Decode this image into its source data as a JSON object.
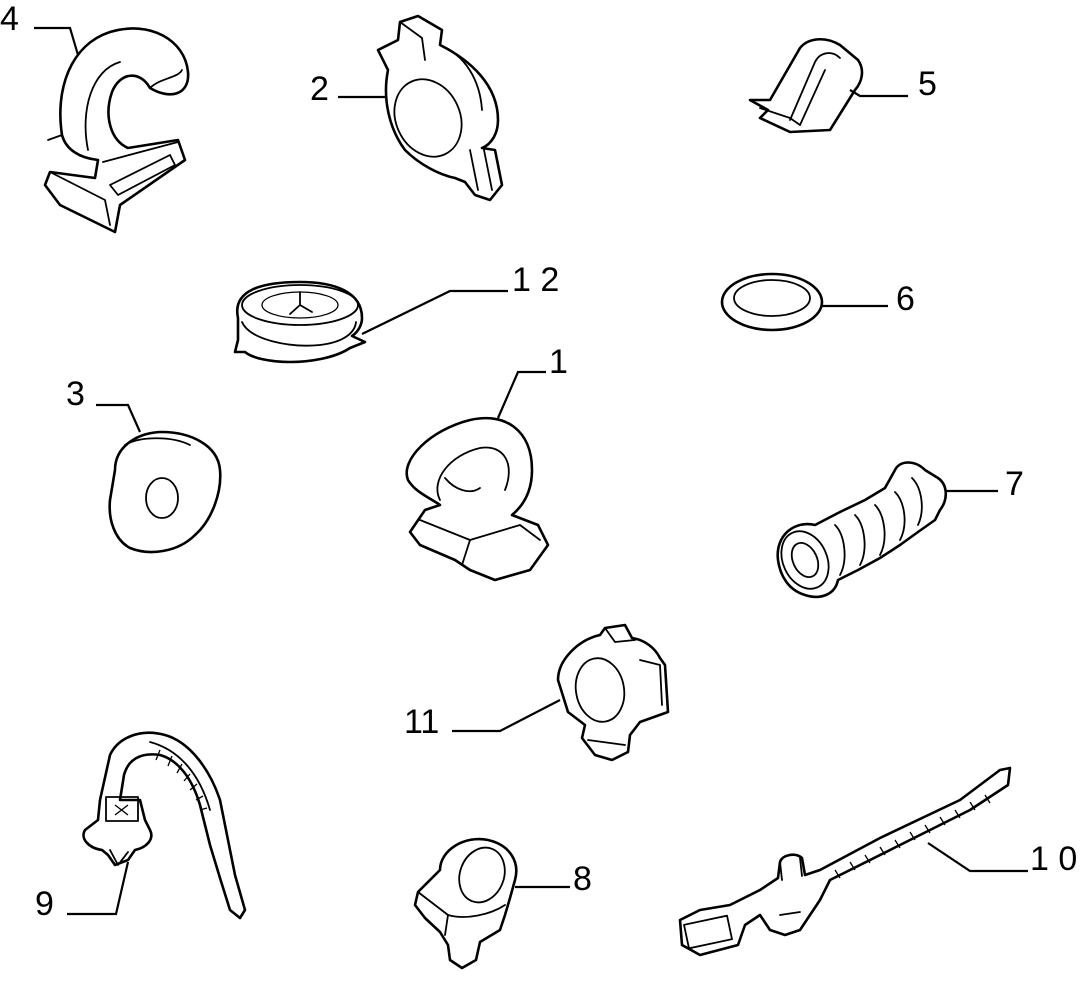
{
  "callouts": [
    {
      "id": "4",
      "label": "4"
    },
    {
      "id": "2",
      "label": "2"
    },
    {
      "id": "5",
      "label": "5"
    },
    {
      "id": "12",
      "label": "1 2"
    },
    {
      "id": "6",
      "label": "6"
    },
    {
      "id": "3",
      "label": "3"
    },
    {
      "id": "1",
      "label": "1"
    },
    {
      "id": "7",
      "label": "7"
    },
    {
      "id": "11",
      "label": "11"
    },
    {
      "id": "9",
      "label": "9"
    },
    {
      "id": "8",
      "label": "8"
    },
    {
      "id": "10",
      "label": "1 0"
    }
  ]
}
